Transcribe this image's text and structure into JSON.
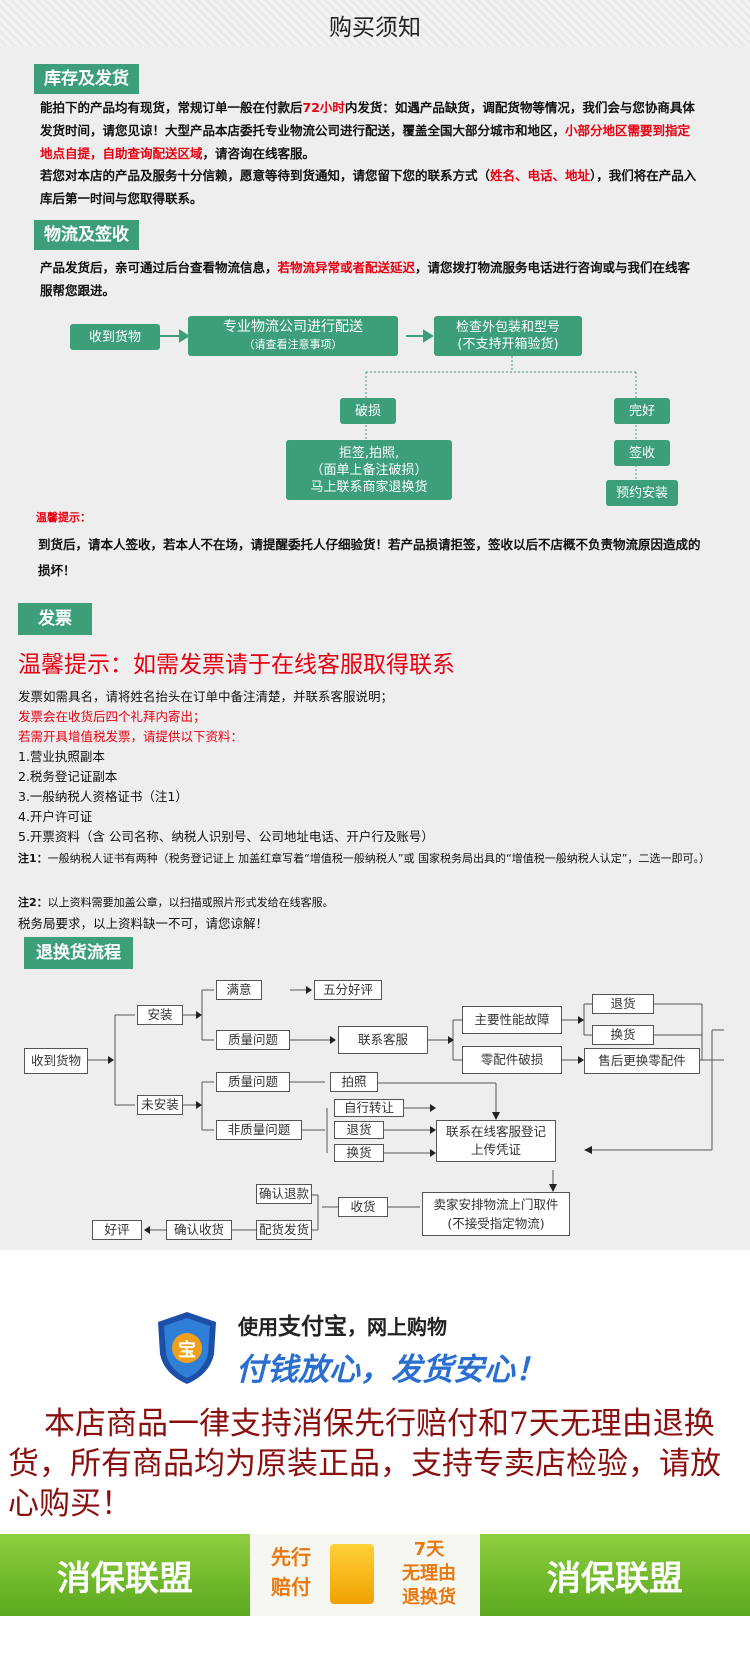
{
  "title": "购买须知",
  "stock": {
    "heading": "库存及发货",
    "p1": [
      "能拍下的产品均有现货，常规订单一般在付款后",
      "72小时",
      "内发货：如遇产品缺货，调配货物等情况，我们会与您协商具体发货时间，请您见谅！大型产品本店委托专业物流公司进行配送，覆盖全国大部分城市和地区，",
      "小部分地区需要到指定地点自提，自助查询配送区域",
      "，请咨询在线客服。"
    ],
    "p2": [
      "若您对本店的产品及服务十分信赖，愿意等待到货通知，请您留下您的联系方式（",
      "姓名、电话、地址",
      "），我们将在产品入库后第一时间与您取得联系。"
    ]
  },
  "logistics": {
    "heading": "物流及签收",
    "p1": [
      "产品发货后，亲可通过后台查看物流信息，",
      "若物流异常或者配送延迟",
      "，请您拨打物流服务电话进行咨询或与我们在线客服帮您跟进。"
    ],
    "flow": {
      "receive": "收到货物",
      "deliver_main": "专业物流公司进行配送",
      "deliver_sub": "（请查看注意事项）",
      "check_main": "检查外包装和型号",
      "check_sub": "(不支持开箱验货)",
      "damaged": "破损",
      "refuse_1": "拒签,拍照,",
      "refuse_2": "（面单上备注破损）",
      "refuse_3": "马上联系商家退换货",
      "good": "完好",
      "sign": "签收",
      "install": "预约安装"
    },
    "tip_label": "温馨提示：",
    "tip_text": "到货后，请本人签收，若本人不在场，请提醒委托人仔细验货！若产品损请拒签，签收以后不店概不负责物流原因造成的损坏！"
  },
  "invoice": {
    "heading": "发票",
    "notice": "温馨提示：如需发票请于在线客服取得联系",
    "lines": [
      "发票如需具名，请将姓名抬头在订单中备注清楚，并联系客服说明；",
      "发票会在收货后四个礼拜内寄出；",
      "若需开具增值税发票，请提供以下资料：",
      "1.营业执照副本",
      "2.税务登记证副本",
      "3.一般纳税人资格证书（注1）",
      "4.开户许可证",
      "5.开票资料（含 公司名称、纳税人识别号、公司地址电话、开户行及账号）"
    ],
    "note1_label": "注1：",
    "note1": "一般纳税人证书有两种（税务登记证上 加盖红章写着“增值税一般纳税人”或 国家税务局出具的“增值税一般纳税人认定”，二选一即可。）",
    "note2_label": "注2：",
    "note2": "以上资料需要加盖公章，以扫描或照片形式发给在线客服。",
    "final": "税务局要求，以上资料缺一不可，请您谅解！"
  },
  "returns": {
    "heading": "退换货流程",
    "receive": "收到货物",
    "installed": "安装",
    "not_installed": "未安装",
    "satisfied": "满意",
    "five_star": "五分好评",
    "quality": "质量问题",
    "contact": "联系客服",
    "main_fault": "主要性能故障",
    "part_broken": "零配件破损",
    "refund": "退货",
    "exchange": "换货",
    "after_sales": "售后更换零配件",
    "quality2": "质量问题",
    "photo": "拍照",
    "non_quality": "非质量问题",
    "self_transfer": "自行转让",
    "refund2": "退货",
    "exchange2": "换货",
    "register_1": "联系在线客服登记",
    "register_2": "上传凭证",
    "pickup_1": "卖家安排物流上门取件",
    "pickup_2": "(不接受指定物流)",
    "receive_goods": "收货",
    "confirm_refund": "确认退款",
    "ship": "配货发货",
    "confirm_receipt": "确认收货",
    "good_review": "好评"
  },
  "alipay": {
    "line1a": "使用",
    "line1b": "支付宝",
    "line1c": "，网上购物",
    "slogan": "付钱放心，发货安心！",
    "shield": "宝"
  },
  "guarantee": "本店商品一律支持消保先行赔付和7天无理由退换货，所有商品均为原装正品，支持专卖店检验，请放心购买！",
  "badges": {
    "left": "消保联盟",
    "mid1a": "先行",
    "mid1b": "赔付",
    "mid2a": "7天",
    "mid2b": "无理由",
    "mid2c": "退换货",
    "right": "消保联盟"
  }
}
